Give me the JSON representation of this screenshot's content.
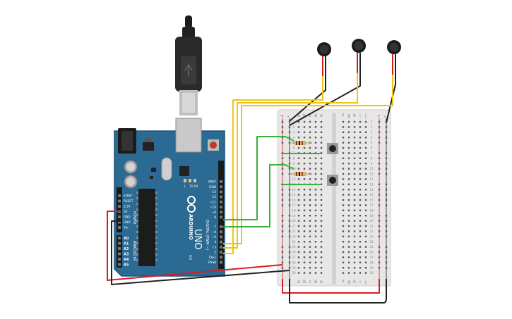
{
  "arduino": {
    "brand": "ARDUINO",
    "model": "UNO",
    "digital_header": "DIGITAL (PWM ~)",
    "power_header": "POWER",
    "analog_header": "ANALOG IN",
    "top_pins": [
      "AREF",
      "GND",
      "13",
      "12",
      "~11",
      "~10",
      "~9",
      "8"
    ],
    "bottom_pins": [
      "7",
      "~6",
      "~5",
      "4",
      "~3",
      "2",
      "TX▸1",
      "RX◂0"
    ],
    "power_pins": [
      "IOREF",
      "RESET",
      "3.3V",
      "5V",
      "GND",
      "GND",
      "Vin"
    ],
    "analog_pins": [
      "A0",
      "A1",
      "A2",
      "A3",
      "A4",
      "A5"
    ],
    "leds": [
      "L",
      "TX",
      "RX"
    ],
    "on_label": "ON"
  },
  "breadboard": {
    "column_letters_left": [
      "a",
      "b",
      "c",
      "d",
      "e"
    ],
    "column_letters_right": [
      "f",
      "g",
      "h",
      "i",
      "j"
    ],
    "rows": 30,
    "plus": "+",
    "minus": "-"
  },
  "components": {
    "speakers": 3,
    "resistors": 2,
    "pushbuttons": 2
  },
  "colors": {
    "board": "#2a6a93",
    "breadboard": "#e7e7e7",
    "wire_red": "#d51f25",
    "wire_black": "#222222",
    "wire_yellow": "#f1c40f",
    "wire_green": "#3fae3f"
  }
}
